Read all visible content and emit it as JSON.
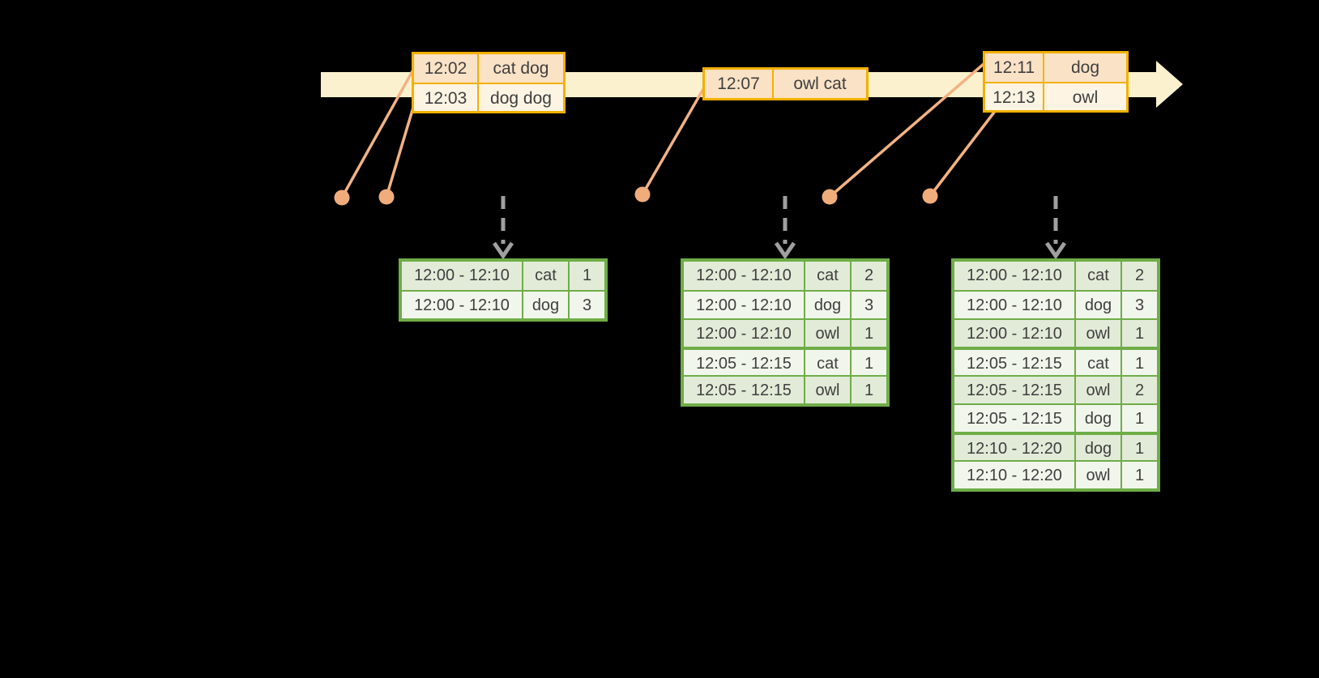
{
  "colors": {
    "background": "#000000",
    "timeline_fill": "#fbf1ce",
    "event_border": "#f3b000",
    "event_row_peach": "#fae2c6",
    "event_row_cream": "#fdf4e4",
    "leader_line": "#f3b283",
    "dot_fill": "#f1ac7c",
    "dashed_arrow": "#a0a0a0",
    "table_border": "#6fad47",
    "table_row_green": "#e2ebd8",
    "table_row_white": "#f1f6ec",
    "text": "#3f3f3f"
  },
  "icons": {
    "timeline_arrow": "right-arrow",
    "trigger_arrow": "dashed-down-arrow",
    "event_marker": "dot"
  },
  "timeline": {
    "direction": "left-to-right"
  },
  "event_boxes": [
    {
      "rows": [
        {
          "time": "12:02",
          "words": "cat dog"
        },
        {
          "time": "12:03",
          "words": "dog dog"
        }
      ]
    },
    {
      "rows": [
        {
          "time": "12:07",
          "words": "owl cat"
        }
      ]
    },
    {
      "rows": [
        {
          "time": "12:11",
          "words": "dog"
        },
        {
          "time": "12:13",
          "words": "owl"
        }
      ]
    }
  ],
  "result_tables": [
    {
      "rows": [
        {
          "window": "12:00 - 12:10",
          "word": "cat",
          "count": "1"
        },
        {
          "window": "12:00 - 12:10",
          "word": "dog",
          "count": "3"
        }
      ]
    },
    {
      "rows": [
        {
          "window": "12:00 - 12:10",
          "word": "cat",
          "count": "2"
        },
        {
          "window": "12:00 - 12:10",
          "word": "dog",
          "count": "3"
        },
        {
          "window": "12:00 - 12:10",
          "word": "owl",
          "count": "1"
        },
        {
          "window": "12:05 - 12:15",
          "word": "cat",
          "count": "1"
        },
        {
          "window": "12:05 - 12:15",
          "word": "owl",
          "count": "1"
        }
      ]
    },
    {
      "rows": [
        {
          "window": "12:00 - 12:10",
          "word": "cat",
          "count": "2"
        },
        {
          "window": "12:00 - 12:10",
          "word": "dog",
          "count": "3"
        },
        {
          "window": "12:00 - 12:10",
          "word": "owl",
          "count": "1"
        },
        {
          "window": "12:05 - 12:15",
          "word": "cat",
          "count": "1"
        },
        {
          "window": "12:05 - 12:15",
          "word": "owl",
          "count": "2"
        },
        {
          "window": "12:05 - 12:15",
          "word": "dog",
          "count": "1"
        },
        {
          "window": "12:10 - 12:20",
          "word": "dog",
          "count": "1"
        },
        {
          "window": "12:10 - 12:20",
          "word": "owl",
          "count": "1"
        }
      ]
    }
  ]
}
